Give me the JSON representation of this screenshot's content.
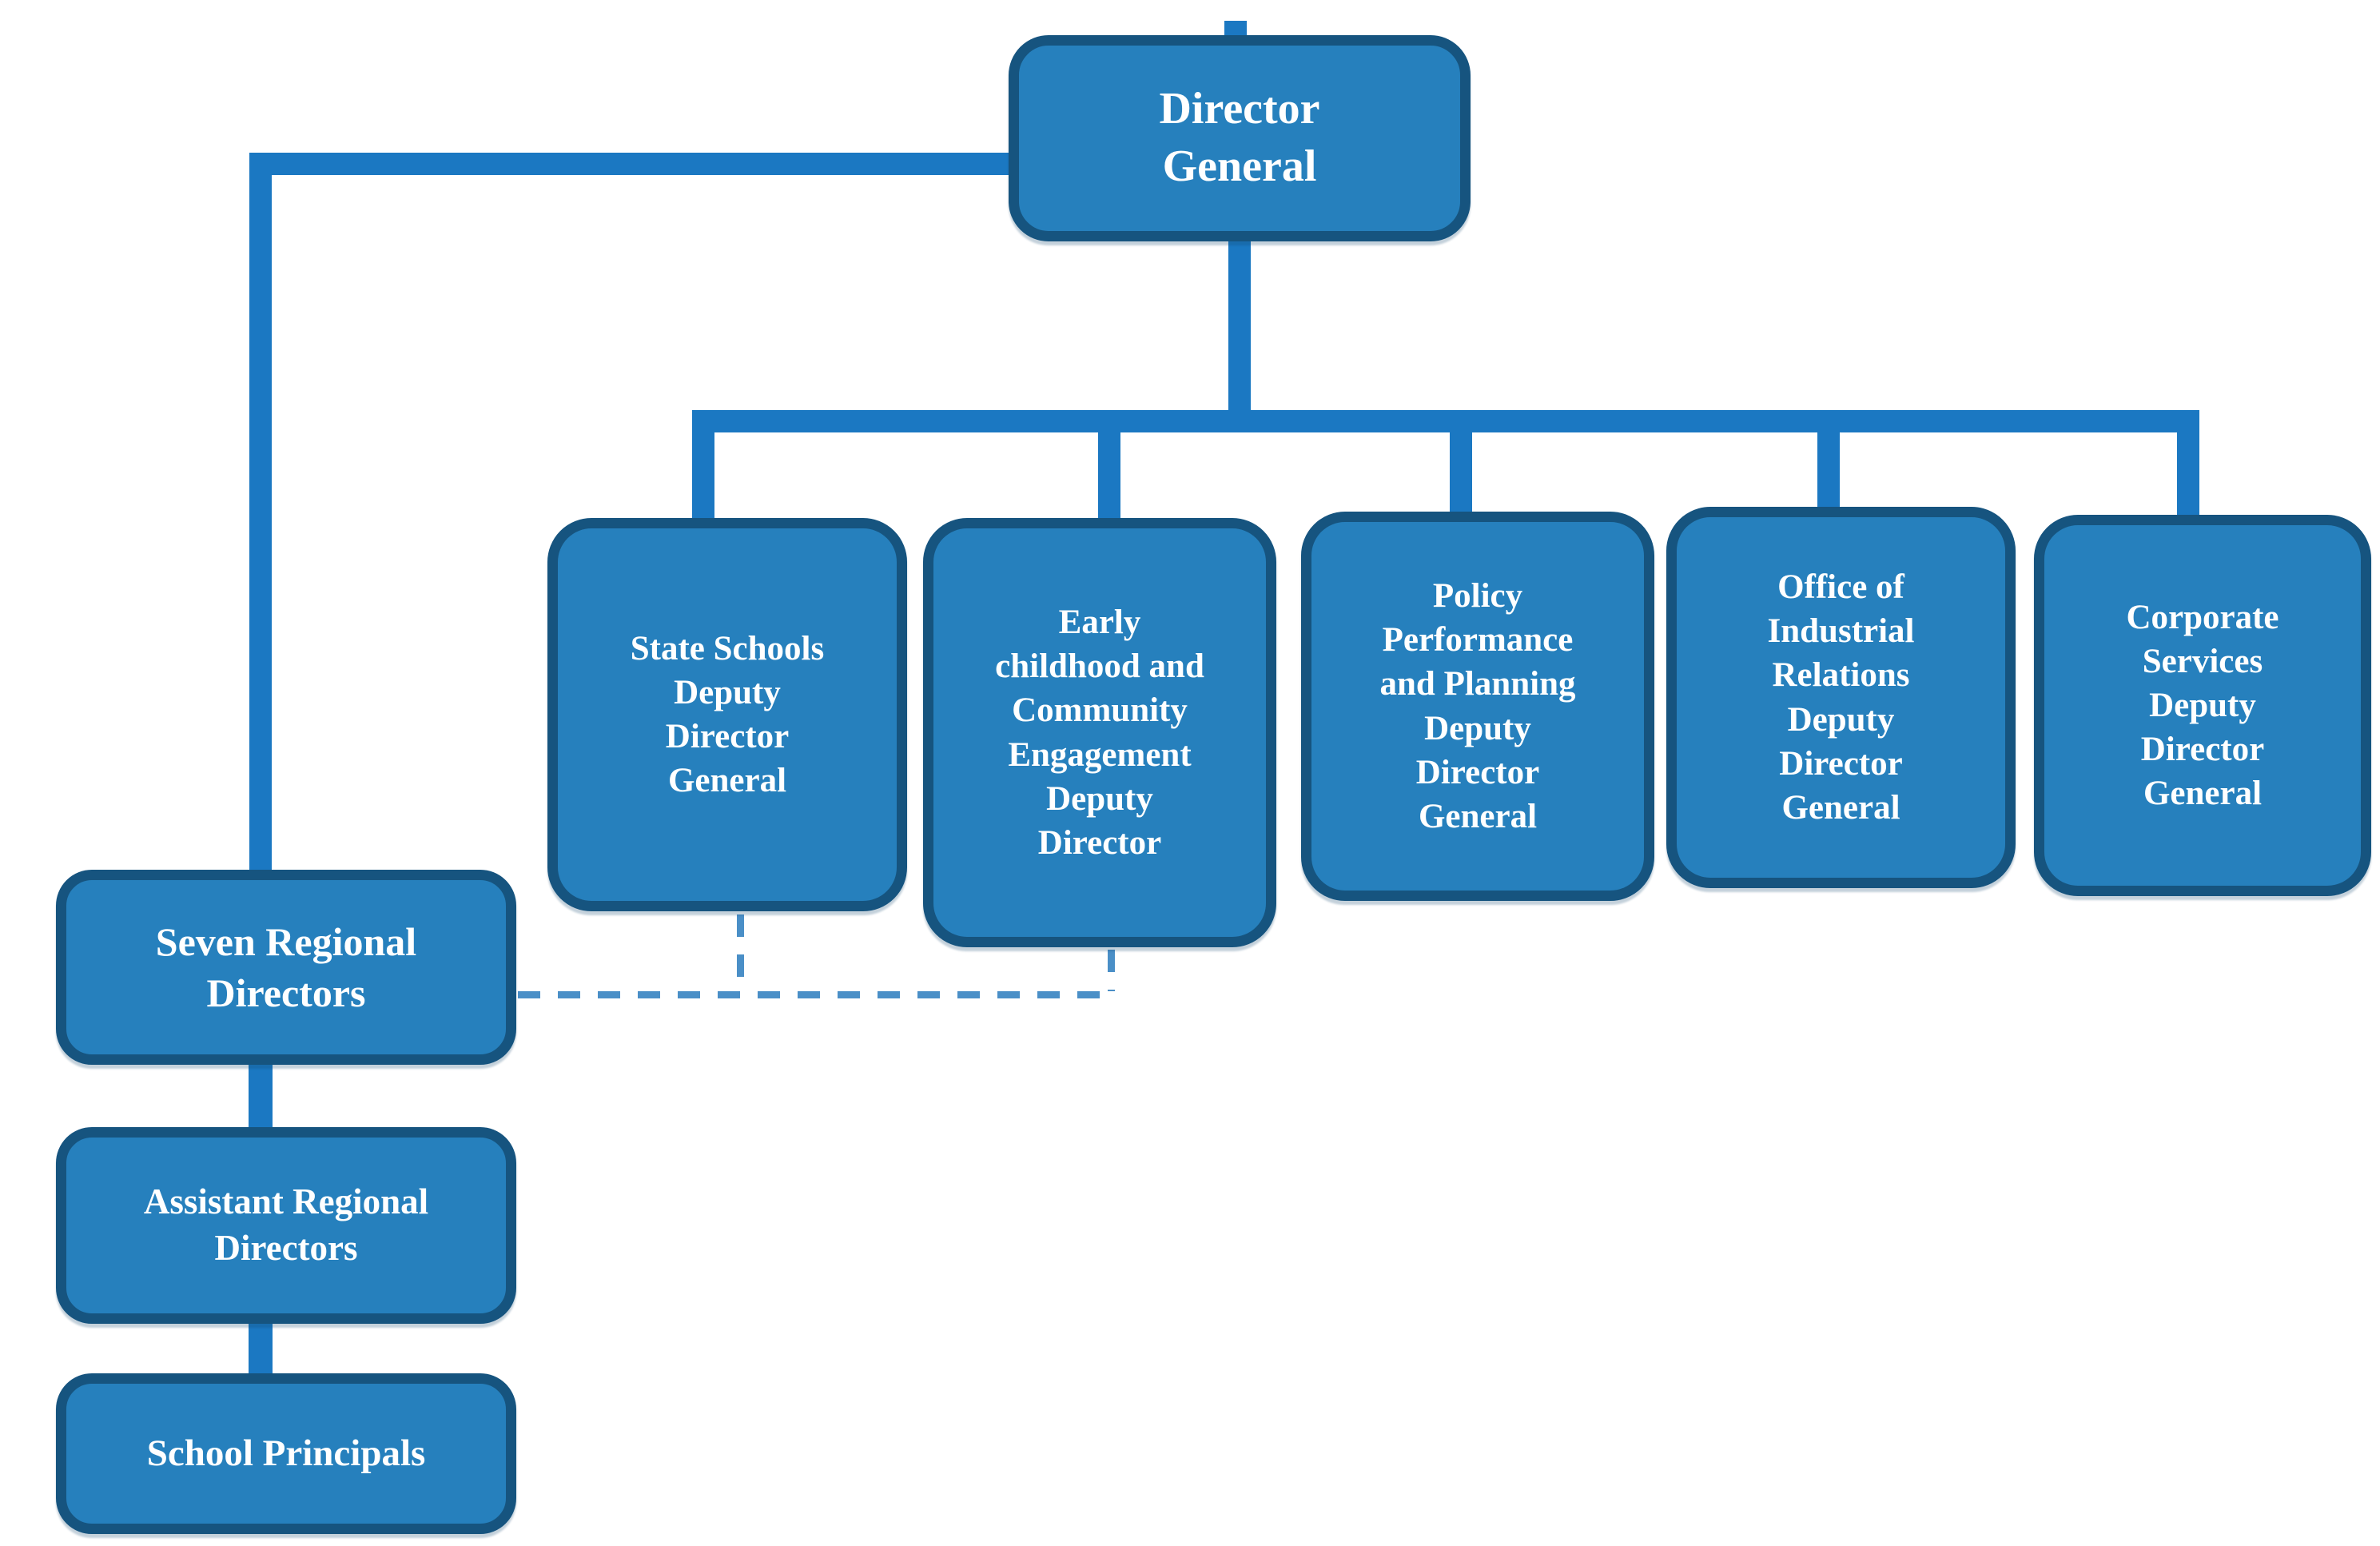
{
  "diagram": {
    "type": "org-chart",
    "nodes": {
      "director_general": {
        "label": "Director\nGeneral"
      },
      "state_schools_ddg": {
        "label": "State Schools\nDeputy\nDirector\nGeneral"
      },
      "early_childhood_dd": {
        "label": "Early\nchildhood and\nCommunity\nEngagement\nDeputy\nDirector"
      },
      "policy_performance_ddg": {
        "label": "Policy\nPerformance\nand Planning\nDeputy\nDirector\nGeneral"
      },
      "industrial_relations_ddg": {
        "label": "Office of\nIndustrial\nRelations\nDeputy\nDirector\nGeneral"
      },
      "corporate_services_ddg": {
        "label": "Corporate\nServices\nDeputy\nDirector\nGeneral"
      },
      "seven_regional_directors": {
        "label": "Seven Regional\nDirectors"
      },
      "assistant_regional_directors": {
        "label": "Assistant Regional\nDirectors"
      },
      "school_principals": {
        "label": "School Principals"
      }
    },
    "edges": [
      {
        "from": "director_general",
        "to": "seven_regional_directors",
        "style": "solid"
      },
      {
        "from": "director_general",
        "to": "state_schools_ddg",
        "style": "solid"
      },
      {
        "from": "director_general",
        "to": "early_childhood_dd",
        "style": "solid"
      },
      {
        "from": "director_general",
        "to": "policy_performance_ddg",
        "style": "solid"
      },
      {
        "from": "director_general",
        "to": "industrial_relations_ddg",
        "style": "solid"
      },
      {
        "from": "director_general",
        "to": "corporate_services_ddg",
        "style": "solid"
      },
      {
        "from": "seven_regional_directors",
        "to": "assistant_regional_directors",
        "style": "solid"
      },
      {
        "from": "assistant_regional_directors",
        "to": "school_principals",
        "style": "solid"
      },
      {
        "from": "seven_regional_directors",
        "to": "state_schools_ddg",
        "style": "dashed"
      },
      {
        "from": "seven_regional_directors",
        "to": "early_childhood_dd",
        "style": "dashed"
      }
    ]
  },
  "colors": {
    "node_fill": "#2680bd",
    "node_border": "#16547f",
    "connector": "#1b78c2",
    "connector_dashed": "#4a8fc7",
    "text": "#ffffff",
    "background": "#ffffff"
  }
}
